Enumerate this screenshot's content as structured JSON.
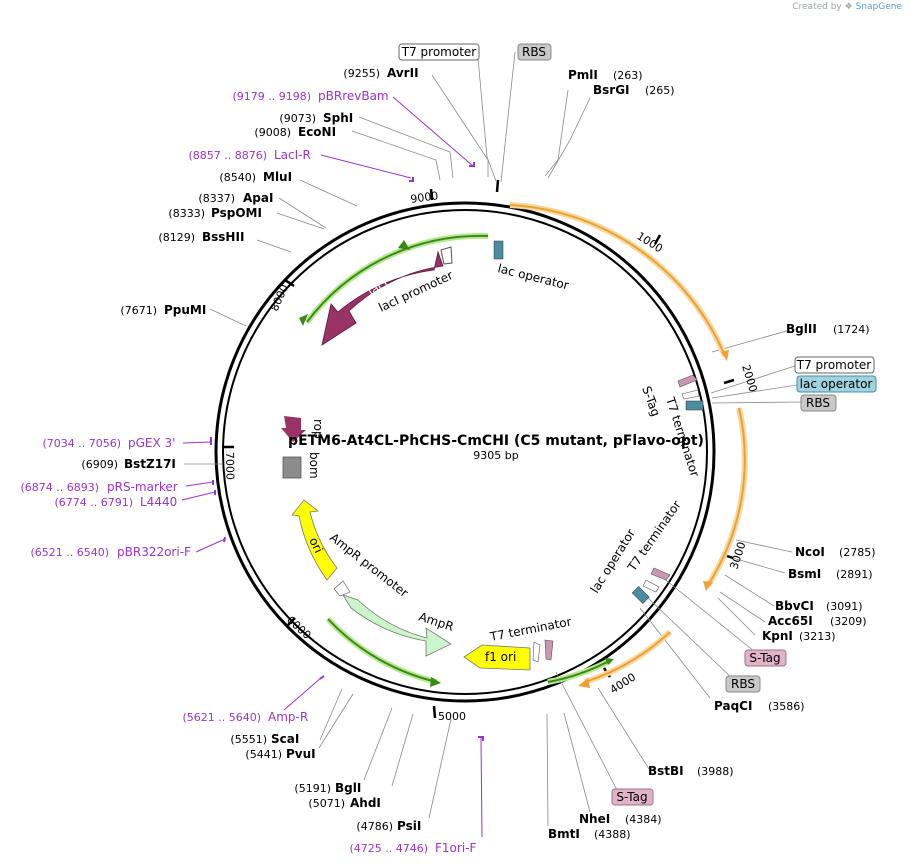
{
  "credit": {
    "prefix": "Created by",
    "brand": "SnapGene"
  },
  "plasmid": {
    "name": "pETM6-At4CL-PhCHS-CmCHI (C5 mutant, pFlavo-opt)",
    "length": "9305 bp"
  },
  "ticks": [
    "1000",
    "2000",
    "3000",
    "4000",
    "5000",
    "6000",
    "7000",
    "8000",
    "9000"
  ],
  "enzymes": [
    {
      "name": "PmlI",
      "pos": "(263)"
    },
    {
      "name": "BsrGI",
      "pos": "(265)"
    },
    {
      "name": "BglII",
      "pos": "(1724)"
    },
    {
      "name": "NcoI",
      "pos": "(2785)"
    },
    {
      "name": "BsmI",
      "pos": "(2891)"
    },
    {
      "name": "BbvCI",
      "pos": "(3091)"
    },
    {
      "name": "Acc65I",
      "pos": "(3209)"
    },
    {
      "name": "KpnI",
      "pos": "(3213)"
    },
    {
      "name": "PaqCI",
      "pos": "(3586)"
    },
    {
      "name": "BstBI",
      "pos": "(3988)"
    },
    {
      "name": "NheI",
      "pos": "(4384)"
    },
    {
      "name": "BmtI",
      "pos": "(4388)"
    },
    {
      "name": "PsiI",
      "pos": "(4786)"
    },
    {
      "name": "AhdI",
      "pos": "(5071)"
    },
    {
      "name": "BglI",
      "pos": "(5191)"
    },
    {
      "name": "PvuI",
      "pos": "(5441)"
    },
    {
      "name": "ScaI",
      "pos": "(5551)"
    },
    {
      "name": "PpuMI",
      "pos": "(7671)"
    },
    {
      "name": "BstZ17I",
      "pos": "(6909)"
    },
    {
      "name": "BssHII",
      "pos": "(8129)"
    },
    {
      "name": "PspOMI",
      "pos": "(8333)"
    },
    {
      "name": "ApaI",
      "pos": "(8337)"
    },
    {
      "name": "MluI",
      "pos": "(8540)"
    },
    {
      "name": "EcoNI",
      "pos": "(9008)"
    },
    {
      "name": "SphI",
      "pos": "(9073)"
    },
    {
      "name": "AvrII",
      "pos": "(9255)"
    }
  ],
  "primers": [
    {
      "name": "pBRrevBam",
      "range": "(9179 .. 9198)"
    },
    {
      "name": "LacI-R",
      "range": "(8857 .. 8876)"
    },
    {
      "name": "pGEX 3'",
      "range": "(7034 .. 7056)"
    },
    {
      "name": "pRS-marker",
      "range": "(6874 .. 6893)"
    },
    {
      "name": "L4440",
      "range": "(6774 .. 6791)"
    },
    {
      "name": "pBR322ori-F",
      "range": "(6521 .. 6540)"
    },
    {
      "name": "Amp-R",
      "range": "(5621 .. 5640)"
    },
    {
      "name": "F1ori-F",
      "range": "(4725 .. 4746)"
    }
  ],
  "boxed_labels": [
    {
      "text": "T7 promoter",
      "fill": "#ffffff",
      "stroke": "#666666"
    },
    {
      "text": "RBS",
      "fill": "#c8c8c8",
      "stroke": "#888888"
    },
    {
      "text": "T7 promoter",
      "fill": "#ffffff",
      "stroke": "#666666"
    },
    {
      "text": "lac operator",
      "fill": "#9fd3e0",
      "stroke": "#4a8da0"
    },
    {
      "text": "RBS",
      "fill": "#c8c8c8",
      "stroke": "#888888"
    },
    {
      "text": "S-Tag",
      "fill": "#e0b4c8",
      "stroke": "#a0708a"
    },
    {
      "text": "RBS",
      "fill": "#c8c8c8",
      "stroke": "#888888"
    },
    {
      "text": "S-Tag",
      "fill": "#e0b4c8",
      "stroke": "#a0708a"
    }
  ],
  "features": [
    {
      "text": "lac operator"
    },
    {
      "text": "lacI"
    },
    {
      "text": "lacI promoter"
    },
    {
      "text": "S-Tag"
    },
    {
      "text": "T7 terminator"
    },
    {
      "text": "T7 terminator"
    },
    {
      "text": "lac operator"
    },
    {
      "text": "T7 terminator"
    },
    {
      "text": "f1 ori"
    },
    {
      "text": "AmpR"
    },
    {
      "text": "AmpR promoter"
    },
    {
      "text": "ori"
    },
    {
      "text": "rop"
    },
    {
      "text": "bom"
    }
  ],
  "colors": {
    "lacI": "#993366",
    "ampr": "#ccf5cc",
    "ori": "#ffff00",
    "orf": "#f0a030",
    "orf_glow": "#f5d9a0",
    "green_arrow": "#3a8a1a",
    "green_glow": "#b8e890",
    "primer": "#9933cc",
    "bom": "#8c8c8c",
    "lac_operator": "#4a8da0",
    "s_tag": "#c897b0"
  }
}
